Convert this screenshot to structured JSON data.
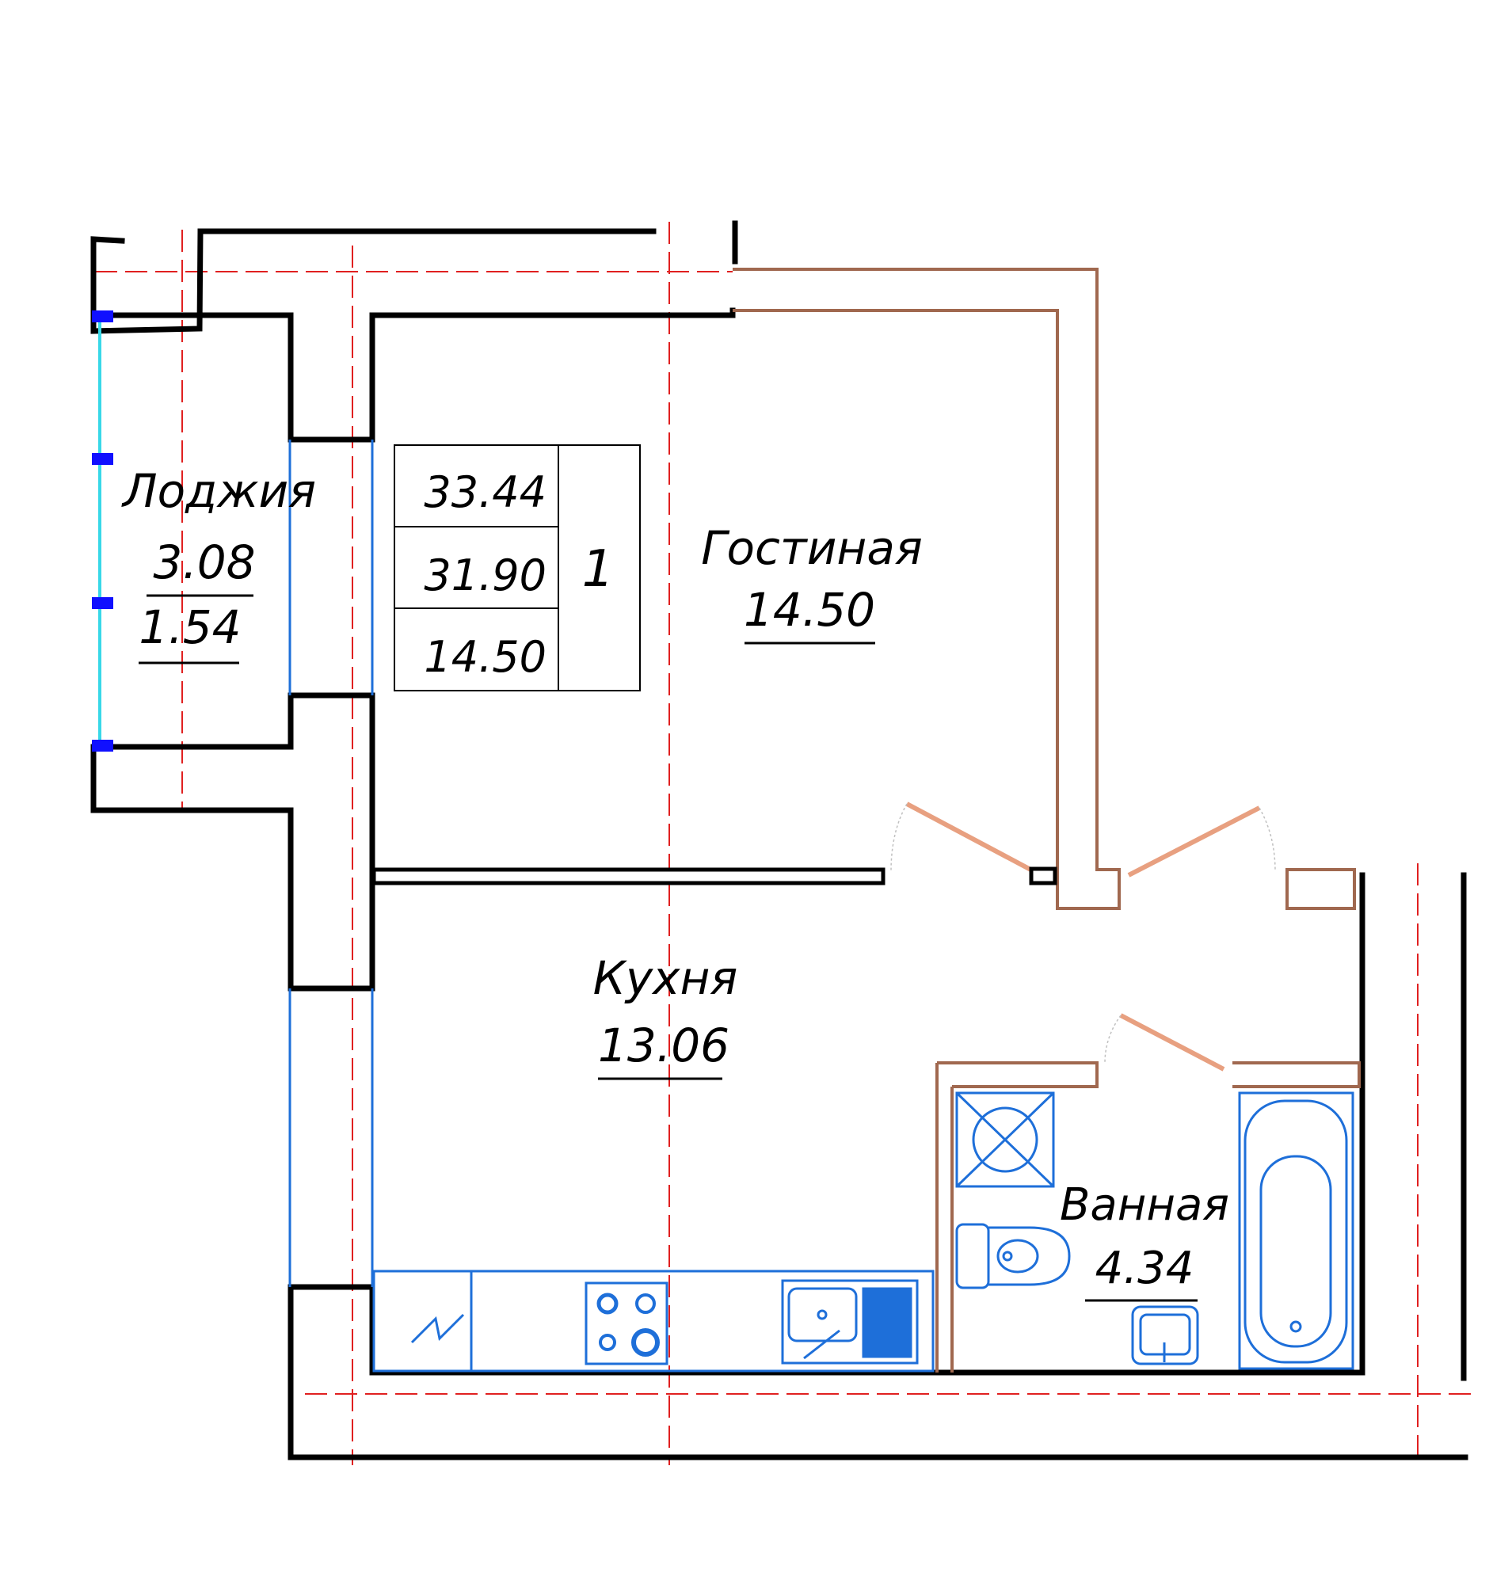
{
  "rooms": {
    "loggia": {
      "name": "Лоджия",
      "area": "3.08",
      "area_reduced": "1.54"
    },
    "living": {
      "name": "Гостиная",
      "area": "14.50"
    },
    "kitchen": {
      "name": "Кухня",
      "area": "13.06"
    },
    "bath": {
      "name": "Ванная",
      "area": "4.34"
    }
  },
  "summary": {
    "total_area": "33.44",
    "living_total": "31.90",
    "living_area": "14.50",
    "room_count": "1"
  },
  "colors": {
    "wall": "#000000",
    "partition": "#a0684f",
    "fixture": "#1e6fd9",
    "axis": "#e02020",
    "glazing": "#38d8e8"
  }
}
